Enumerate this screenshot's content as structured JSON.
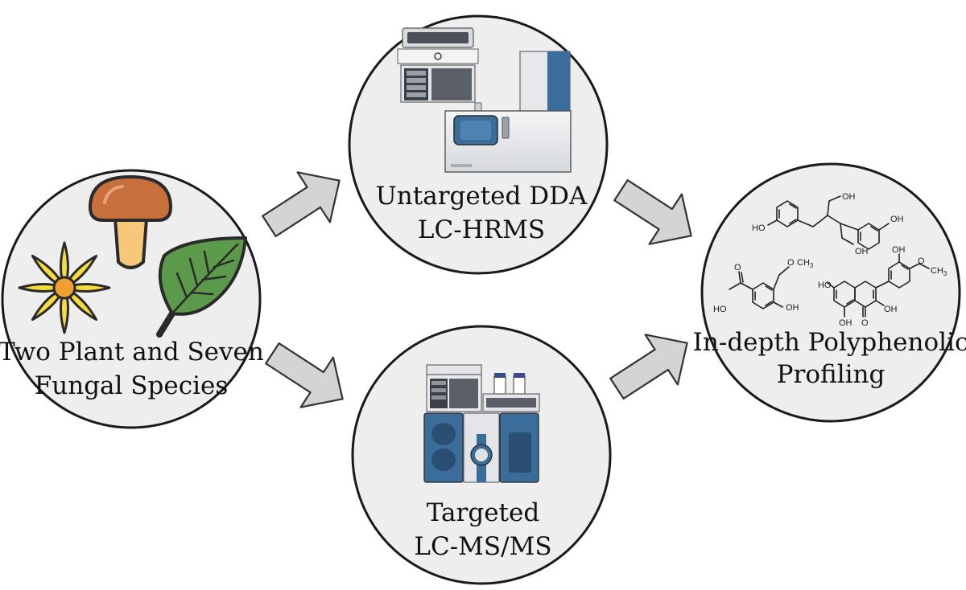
{
  "nodes": {
    "source": {
      "line1": "Two Plant and Seven",
      "line2": "Fungal Species"
    },
    "untargeted": {
      "line1": "Untargeted DDA",
      "line2": "LC-HRMS"
    },
    "targeted": {
      "line1": "Targeted",
      "line2": "LC-MS/MS"
    },
    "result": {
      "line1": "In-depth Polyphenolic",
      "line2": "Profiling"
    }
  },
  "chemistry": {
    "oh": "OH",
    "ho": "HO",
    "o": "O",
    "methyl": "CH",
    "methyl_sub": "3"
  },
  "colors": {
    "circle_fill": "#eeeeee",
    "circle_stroke": "#1a1a1a",
    "arrow_fill": "#d4d4d4",
    "arrow_stroke": "#333333",
    "instrument_blue": "#3a6d9a",
    "instrument_grey": "#e3e5e8",
    "mushroom_cap": "#c8703c",
    "mushroom_stem": "#f7c77a",
    "leaf_green": "#5a9a4a",
    "flower_yellow": "#f7dc3c"
  },
  "icons": [
    "mushroom-icon",
    "flower-icon",
    "leaf-icon",
    "hplc-instrument-icon",
    "mass-spectrometer-icon",
    "lcms-instrument-icon",
    "chemical-structure-icons"
  ]
}
